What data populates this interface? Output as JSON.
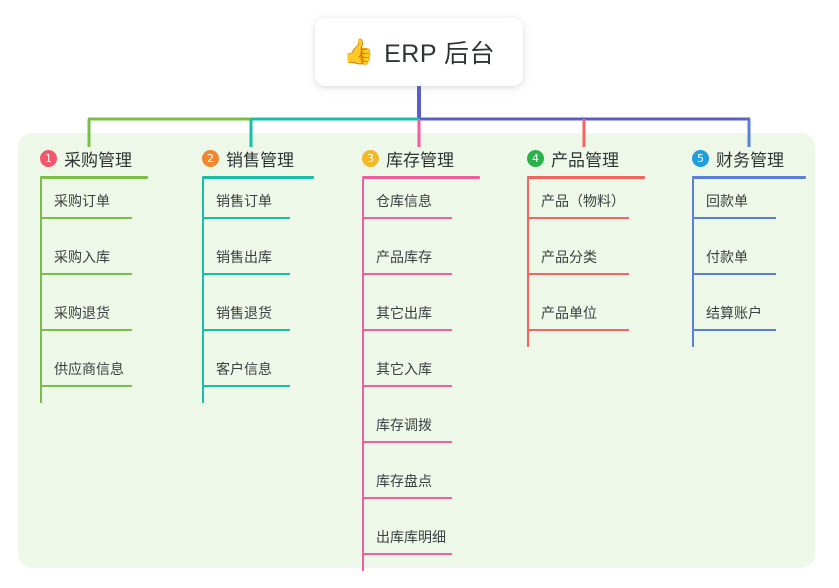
{
  "root": {
    "icon": "thumbs-up-emoji",
    "icon_glyph": "👍",
    "title": "ERP 后台"
  },
  "colors": {
    "panel_bg": "#eef8e8",
    "page_bg": "#ffffff",
    "text": "#2f3436",
    "root_stem": "#5a5fc7",
    "bus_left_green": "#79bf45",
    "bus_mid_teal": "#18bfa8",
    "bus_right_indigo": "#5a5fc7",
    "branch1": "#79bf45",
    "branch2": "#18bfa8",
    "branch3": "#ef5fa0",
    "branch4": "#f4655f",
    "branch5": "#5a7fd6",
    "badge1": "#f4566a",
    "badge2": "#f0872c",
    "badge3": "#f4b827",
    "badge4": "#2bb24c",
    "badge5": "#1f9fe0"
  },
  "branches": [
    {
      "number": "1",
      "title": "采购管理",
      "badge_color": "#f4566a",
      "line_color": "#79bf45",
      "items": [
        {
          "label": "采购订单"
        },
        {
          "label": "采购入库"
        },
        {
          "label": "采购退货"
        },
        {
          "label": "供应商信息"
        }
      ]
    },
    {
      "number": "2",
      "title": "销售管理",
      "badge_color": "#f0872c",
      "line_color": "#18bfa8",
      "items": [
        {
          "label": "销售订单"
        },
        {
          "label": "销售出库"
        },
        {
          "label": "销售退货"
        },
        {
          "label": "客户信息"
        }
      ]
    },
    {
      "number": "3",
      "title": "库存管理",
      "badge_color": "#f4b827",
      "line_color": "#ef5fa0",
      "items": [
        {
          "label": "仓库信息"
        },
        {
          "label": "产品库存"
        },
        {
          "label": "其它出库"
        },
        {
          "label": "其它入库"
        },
        {
          "label": "库存调拨"
        },
        {
          "label": "库存盘点"
        },
        {
          "label": "出库库明细"
        }
      ]
    },
    {
      "number": "4",
      "title": "产品管理",
      "badge_color": "#2bb24c",
      "line_color": "#f4655f",
      "items": [
        {
          "label": "产品（物料）"
        },
        {
          "label": "产品分类"
        },
        {
          "label": "产品单位"
        }
      ]
    },
    {
      "number": "5",
      "title": "财务管理",
      "badge_color": "#1f9fe0",
      "line_color": "#5a7fd6",
      "items": [
        {
          "label": "回款单"
        },
        {
          "label": "付款单"
        },
        {
          "label": "结算账户"
        }
      ]
    }
  ],
  "layout": {
    "column_x": [
      40,
      202,
      362,
      527,
      692
    ],
    "column_rule_width": [
      108,
      112,
      118,
      118,
      114
    ],
    "leaf_rule_width": [
      92,
      88,
      90,
      102,
      84
    ]
  }
}
